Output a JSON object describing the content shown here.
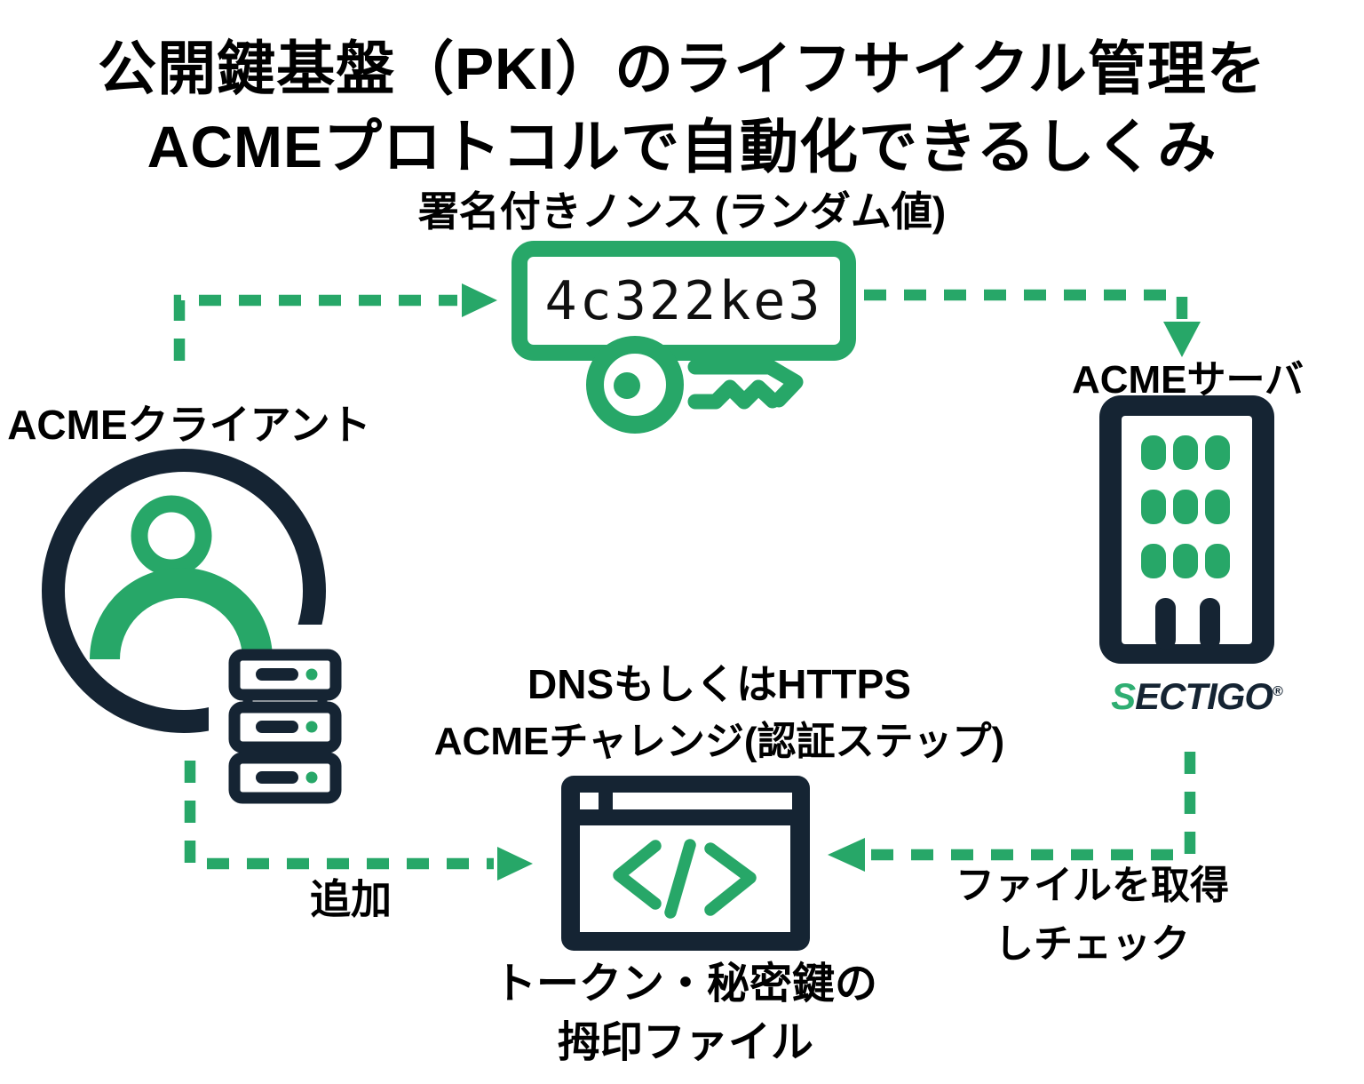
{
  "colors": {
    "accent_green": "#27A768",
    "brand_green": "#2FAE72",
    "navy": "#152433",
    "text_black": "#000000",
    "background": "#FFFFFF"
  },
  "title": {
    "line1": "公開鍵基盤（PKI）のライフサイクル管理を",
    "line2": "ACMEプロトコルで自動化できるしくみ"
  },
  "nonce": {
    "caption": "署名付きノンス (ランダム値)",
    "value": "4c322ke3",
    "icon": "key-icon"
  },
  "client": {
    "label": "ACMEクライアント",
    "icons": [
      "user-icon",
      "server-rack-icon"
    ]
  },
  "server": {
    "label": "ACMEサーバ",
    "icon": "building-icon",
    "brand": {
      "s": "S",
      "rest": "ECTIGO",
      "mark": "®"
    }
  },
  "challenge": {
    "title_line1": "DNSもしくはHTTPS",
    "title_line2": "ACMEチャレンジ(認証ステップ)",
    "icon": "code-window-icon",
    "caption_line1": "トークン・秘密鍵の",
    "caption_line2": "拇印ファイル"
  },
  "flows": {
    "client_to_nonce": {
      "style": "dashed-green-arrow"
    },
    "nonce_to_server": {
      "style": "dashed-green-arrow"
    },
    "server_to_challenge": {
      "style": "dashed-green-arrow",
      "label_line1": "ファイルを取得",
      "label_line2": "しチェック"
    },
    "client_to_challenge": {
      "style": "dashed-green-arrow",
      "label": "追加"
    }
  }
}
